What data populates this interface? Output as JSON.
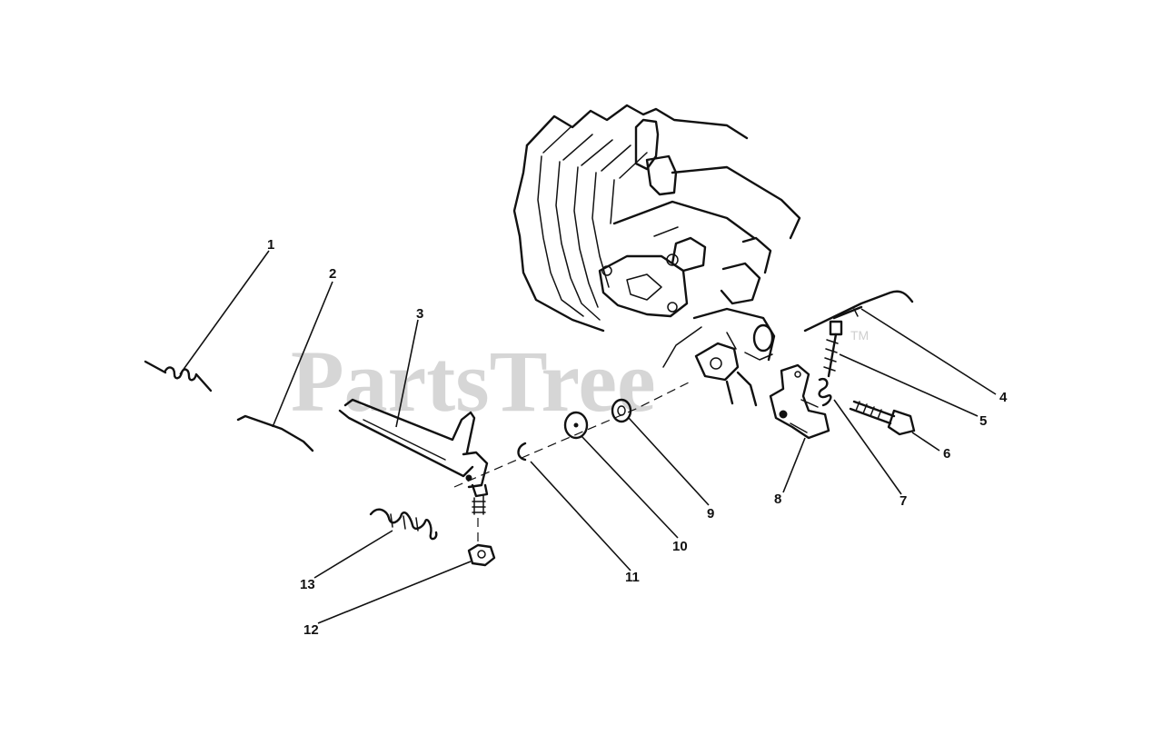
{
  "watermark": {
    "text": "PartsTree",
    "mark": "TM"
  },
  "callouts": [
    {
      "id": "1",
      "label": "1"
    },
    {
      "id": "2",
      "label": "2"
    },
    {
      "id": "3",
      "label": "3"
    },
    {
      "id": "4",
      "label": "4"
    },
    {
      "id": "5",
      "label": "5"
    },
    {
      "id": "6",
      "label": "6"
    },
    {
      "id": "7",
      "label": "7"
    },
    {
      "id": "8",
      "label": "8"
    },
    {
      "id": "9",
      "label": "9"
    },
    {
      "id": "10",
      "label": "10"
    },
    {
      "id": "11",
      "label": "11"
    },
    {
      "id": "12",
      "label": "12"
    },
    {
      "id": "13",
      "label": "13"
    }
  ],
  "colors": {
    "ink": "#111111",
    "watermark": "#cfcfcf",
    "background": "#ffffff"
  }
}
